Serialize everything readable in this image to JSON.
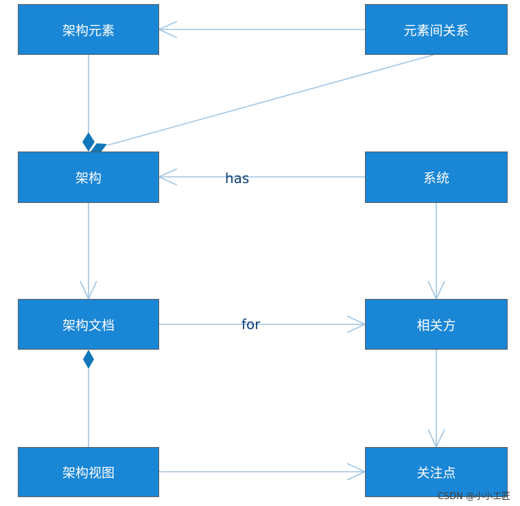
{
  "nodes": {
    "elements": "架构元素",
    "relations": "元素间关系",
    "architecture": "架构",
    "system": "系统",
    "arch_doc": "架构文档",
    "stakeholder": "相关方",
    "arch_view": "架构视图",
    "concern": "关注点"
  },
  "edge_labels": {
    "has": "has",
    "for": "for"
  },
  "watermark": "CSDN @小小工匠",
  "colors": {
    "node_fill": "#1a86d6",
    "node_border": "#5a5a5a",
    "edge_line": "#9fc4e2",
    "diamond": "#1177bb",
    "label_text": "#0b3f73"
  }
}
